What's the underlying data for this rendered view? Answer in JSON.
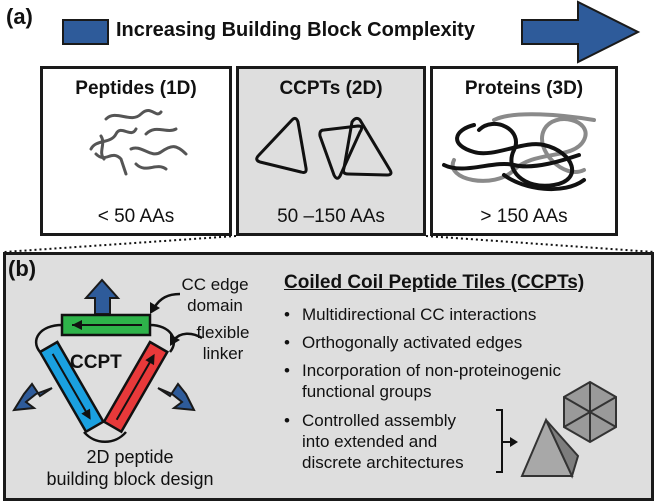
{
  "panel_a": {
    "label": "(a)",
    "banner": "Increasing Building Block Complexity",
    "boxes": [
      {
        "title": "Peptides (1D)",
        "footer": "< 50 AAs"
      },
      {
        "title": "CCPTs (2D)",
        "footer": "50 –150 AAs"
      },
      {
        "title": "Proteins (3D)",
        "footer": "> 150 AAs"
      }
    ]
  },
  "panel_b": {
    "label": "(b)",
    "ccpt_label": "CCPT",
    "edge_domain_line1": "CC edge",
    "edge_domain_line2": "domain",
    "linker_line1": "flexible",
    "linker_line2": "linker",
    "design_line1": "2D peptide",
    "design_line2": "building block design",
    "tiles_title": "Coiled Coil Peptide Tiles (CCPTs)",
    "bullets": [
      [
        "Multidirectional CC interactions"
      ],
      [
        "Orthogonally activated edges"
      ],
      [
        "Incorporation of non-proteinogenic",
        "functional groups"
      ],
      [
        "Controlled assembly",
        "into extended and",
        "discrete architectures"
      ]
    ],
    "bullet_char": "•"
  },
  "colors": {
    "arrow_blue": "#2e5b9a",
    "helix_green": "#2eb34a",
    "helix_blue": "#1aa0e0",
    "helix_red": "#e8393a",
    "panel_gray": "#dedede",
    "protein_gray": "#8a8a8a"
  }
}
